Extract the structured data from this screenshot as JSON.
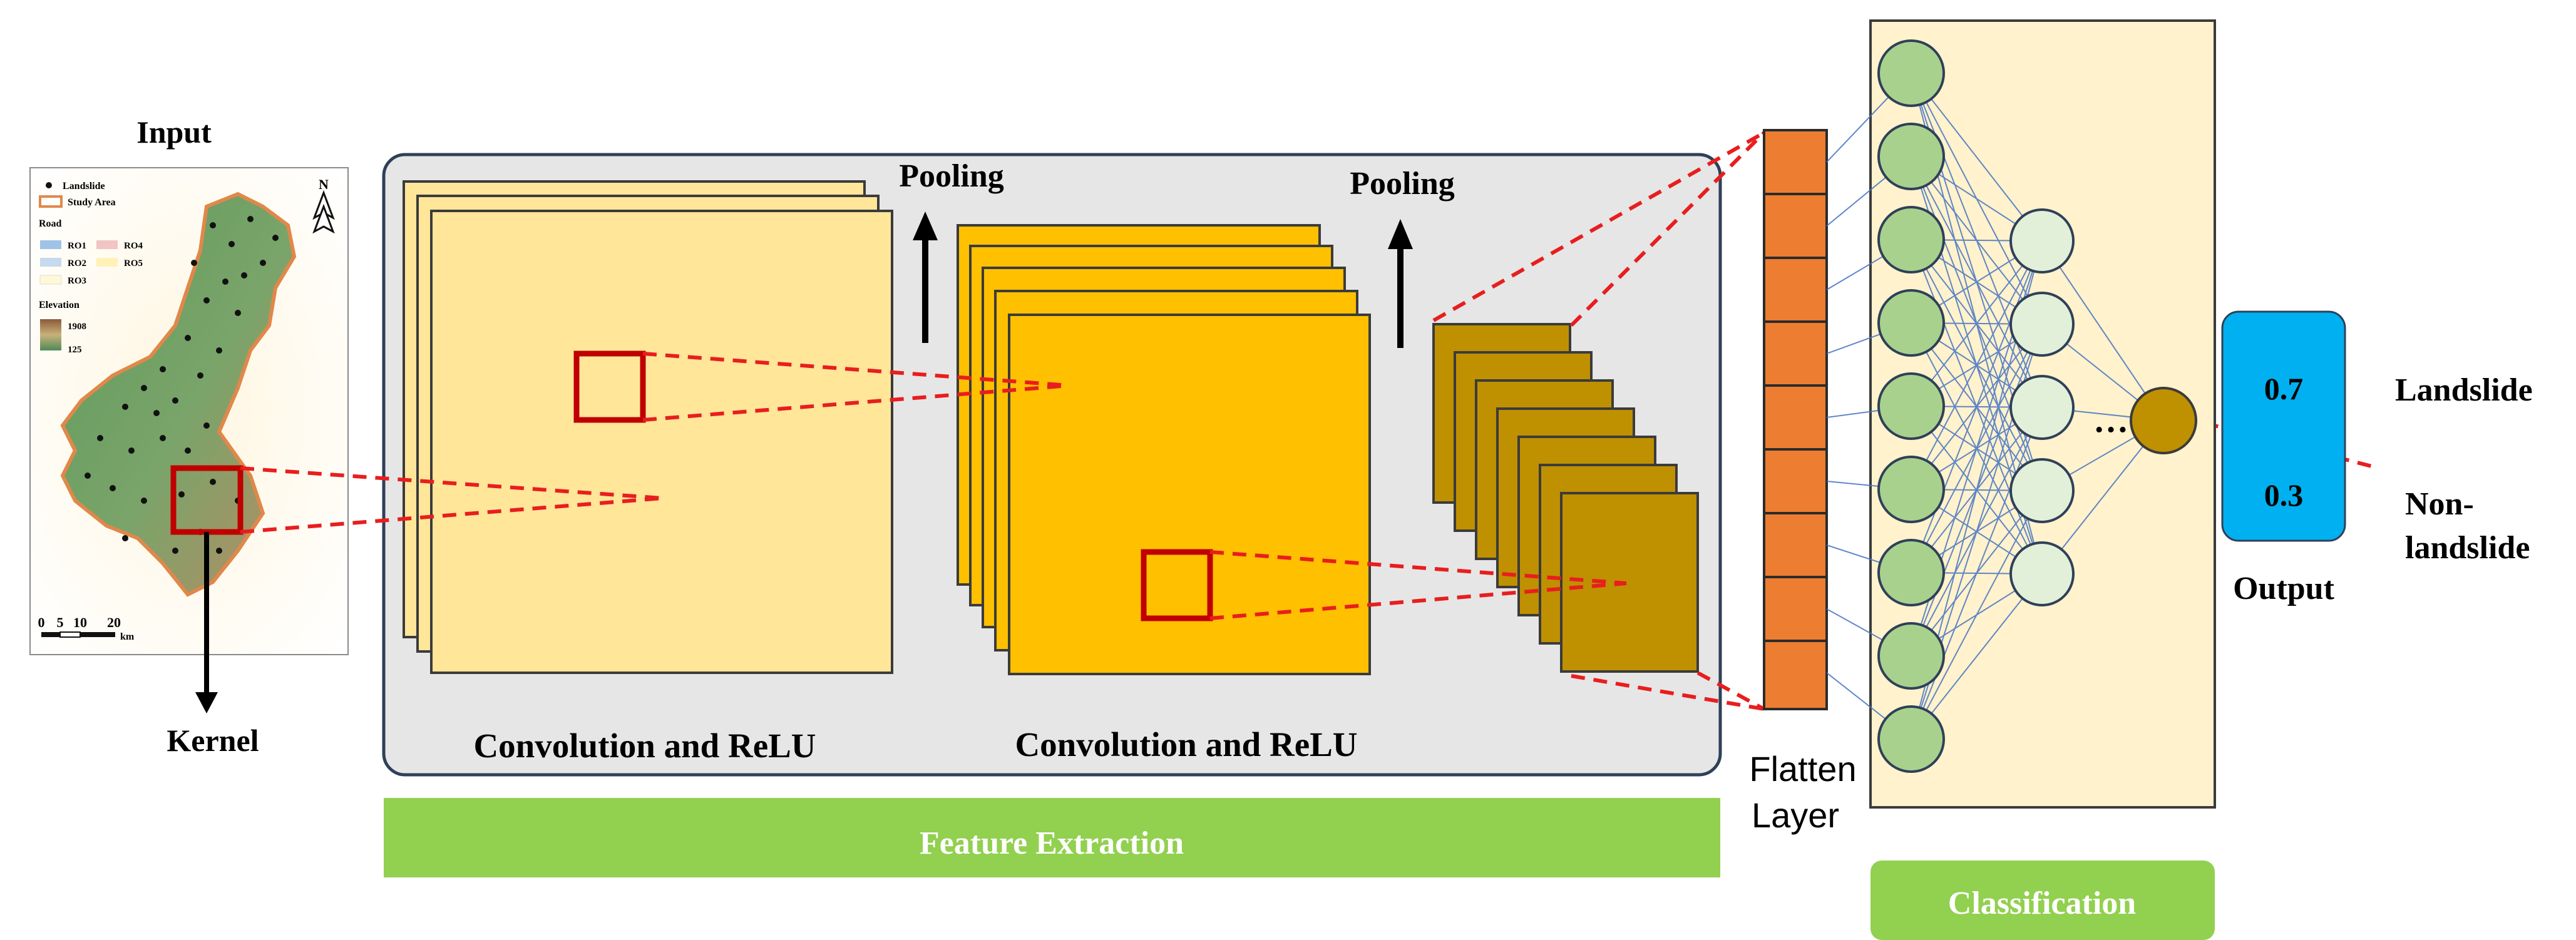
{
  "input": {
    "title": "Input",
    "kernel_label": "Kernel",
    "legend": {
      "landslide": "Landslide",
      "study_area": "Study Area",
      "road_heading": "Road",
      "roads": [
        "RO1",
        "RO2",
        "RO3",
        "RO4",
        "RO5"
      ],
      "elevation_heading": "Elevation",
      "elevation_max": "1908",
      "elevation_min": "125"
    },
    "north_label": "N",
    "scale": {
      "ticks": [
        "0",
        "5",
        "10",
        "20"
      ],
      "unit": "km"
    }
  },
  "feature_extraction": {
    "conv1_label": "Convolution  and  ReLU",
    "conv2_label": "Convolution  and  ReLU",
    "pool1_label": "Pooling",
    "pool2_label": "Pooling",
    "banner": "Feature Extraction"
  },
  "flatten": {
    "line1": "Flatten",
    "line2": "Layer"
  },
  "classification": {
    "ellipsis": "…",
    "banner": "Classification"
  },
  "output": {
    "value1": "0.7",
    "value2": "0.3",
    "label": "Output",
    "class1": "Landslide",
    "class2_line1": "Non-",
    "class2_line2": "landslide"
  },
  "colors": {
    "conv1_fill": "#FFE699",
    "conv2_fill": "#FFC000",
    "pool_fill": "#BF9000",
    "flatten_fill": "#ED7D31",
    "input_node": "#A9D18E",
    "hidden_node": "#E2F0D9",
    "output_node": "#BF9000",
    "panel_bg": "#E7E6E6",
    "classification_bg": "#FFF2CC",
    "banner_green": "#92D050",
    "output_box": "#00B0F0",
    "dashed_red": "#E81E1E",
    "kernel_red": "#C00000",
    "connection_blue": "#4472C4"
  }
}
